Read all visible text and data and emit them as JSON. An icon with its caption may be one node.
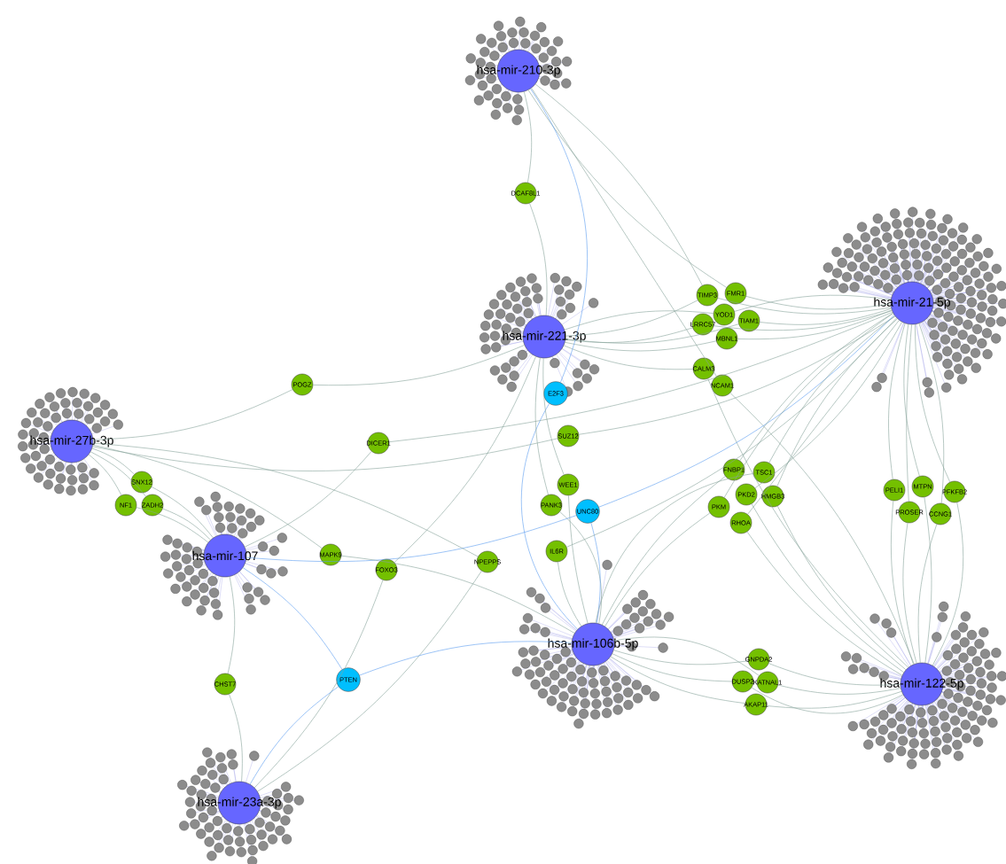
{
  "diagram": {
    "nodes": [
      {
        "text": [
          "hsa-mir-210-3p"
        ]
      },
      {
        "text": [
          "hsa-mir-221-3p"
        ]
      },
      {
        "text": [
          "hsa-mir-21-5p"
        ]
      },
      {
        "text": [
          "hsa-mir-27b-3p"
        ]
      },
      {
        "text": [
          "hsa-mir-107"
        ]
      },
      {
        "text": [
          "hsa-mir-106b-5p"
        ]
      },
      {
        "text": [
          "hsa-mir-122-5p"
        ]
      },
      {
        "text": [
          "hsa-mir-23a-3p"
        ]
      },
      {
        "text": [
          "DCAF8L1"
        ]
      },
      {
        "text": [
          "TIMP3"
        ]
      },
      {
        "text": [
          "FMR1"
        ]
      },
      {
        "text": [
          "YOD1"
        ]
      },
      {
        "text": [
          "TIAM1"
        ]
      },
      {
        "text": [
          "LRRC57"
        ]
      },
      {
        "text": [
          "MBNL1"
        ]
      },
      {
        "text": [
          "CALM3"
        ]
      },
      {
        "text": [
          "NCAM1"
        ]
      },
      {
        "text": [
          "POGZ"
        ]
      },
      {
        "text": [
          "E2F3"
        ]
      },
      {
        "text": [
          "DICER1"
        ]
      },
      {
        "text": [
          "SUZ12"
        ]
      },
      {
        "text": [
          "WEE1"
        ]
      },
      {
        "text": [
          "PANK3"
        ]
      },
      {
        "text": [
          "UNC80"
        ]
      },
      {
        "text": [
          "IL6R"
        ]
      },
      {
        "text": [
          "SNX12"
        ]
      },
      {
        "text": [
          "NF1"
        ]
      },
      {
        "text": [
          "ZADH2"
        ]
      },
      {
        "text": [
          "MAPK9"
        ]
      },
      {
        "text": [
          "FOXO3"
        ]
      },
      {
        "text": [
          "NPEPPS"
        ]
      },
      {
        "text": [
          "CHST7"
        ]
      },
      {
        "text": [
          "PTEN"
        ]
      },
      {
        "text": [
          "FNBP1"
        ]
      },
      {
        "text": [
          "TSC1"
        ]
      },
      {
        "text": [
          "PKD2"
        ]
      },
      {
        "text": [
          "HMGB3"
        ]
      },
      {
        "text": [
          "PKM"
        ]
      },
      {
        "text": [
          "RHOA"
        ]
      },
      {
        "text": [
          "PELI1"
        ]
      },
      {
        "text": [
          "MTPN"
        ]
      },
      {
        "text": [
          "PFKFB2"
        ]
      },
      {
        "text": [
          "PROSER"
        ]
      },
      {
        "text": [
          "CCNG1"
        ]
      },
      {
        "text": [
          "GNPDA2"
        ]
      },
      {
        "text": [
          "DUSP2"
        ]
      },
      {
        "text": [
          "KATNAL1"
        ]
      },
      {
        "text": [
          "AKAP11"
        ]
      }
    ],
    "edges": [
      {
        "from": 0,
        "to": 8,
        "arrow": "none"
      },
      {
        "from": 1,
        "to": 8,
        "arrow": "none"
      },
      {
        "from": 0,
        "to": 9,
        "arrow": "none"
      },
      {
        "from": 1,
        "to": 9,
        "arrow": "none"
      },
      {
        "from": 2,
        "to": 9,
        "arrow": "none"
      },
      {
        "from": 0,
        "to": 10,
        "arrow": "none"
      },
      {
        "from": 2,
        "to": 10,
        "arrow": "none"
      },
      {
        "from": 1,
        "to": 11,
        "arrow": "none"
      },
      {
        "from": 2,
        "to": 11,
        "arrow": "none"
      },
      {
        "from": 1,
        "to": 12,
        "arrow": "none"
      },
      {
        "from": 2,
        "to": 12,
        "arrow": "none"
      },
      {
        "from": 1,
        "to": 13,
        "arrow": "none"
      },
      {
        "from": 2,
        "to": 13,
        "arrow": "none"
      },
      {
        "from": 1,
        "to": 14,
        "arrow": "none"
      },
      {
        "from": 2,
        "to": 14,
        "arrow": "none"
      },
      {
        "from": 1,
        "to": 15,
        "arrow": "none"
      },
      {
        "from": 6,
        "to": 15,
        "arrow": "none"
      },
      {
        "from": 0,
        "to": 16,
        "arrow": "none"
      },
      {
        "from": 6,
        "to": 16,
        "arrow": "none"
      },
      {
        "from": 3,
        "to": 17,
        "arrow": "none"
      },
      {
        "from": 1,
        "to": 17,
        "arrow": "none"
      },
      {
        "from": 0,
        "to": 18,
        "arrow": "none",
        "color": "#5a9cf0"
      },
      {
        "from": 5,
        "to": 18,
        "arrow": "none",
        "color": "#5a9cf0"
      },
      {
        "from": 4,
        "to": 19,
        "arrow": "none"
      },
      {
        "from": 2,
        "to": 19,
        "arrow": "none"
      },
      {
        "from": 3,
        "to": 20,
        "arrow": "none"
      },
      {
        "from": 2,
        "to": 20,
        "arrow": "none"
      },
      {
        "from": 1,
        "to": 21,
        "arrow": "none"
      },
      {
        "from": 5,
        "to": 21,
        "arrow": "none"
      },
      {
        "from": 1,
        "to": 22,
        "arrow": "none"
      },
      {
        "from": 5,
        "to": 22,
        "arrow": "none"
      },
      {
        "from": 4,
        "to": 23,
        "arrow": "none",
        "color": "#5a9cf0"
      },
      {
        "from": 2,
        "to": 23,
        "arrow": "none",
        "color": "#5a9cf0"
      },
      {
        "from": 5,
        "to": 23,
        "arrow": "none",
        "color": "#5a9cf0"
      },
      {
        "from": 5,
        "to": 24,
        "arrow": "none"
      },
      {
        "from": 2,
        "to": 24,
        "arrow": "none"
      },
      {
        "from": 3,
        "to": 25,
        "arrow": "none"
      },
      {
        "from": 4,
        "to": 25,
        "arrow": "none"
      },
      {
        "from": 3,
        "to": 26,
        "arrow": "none"
      },
      {
        "from": 4,
        "to": 26,
        "arrow": "none"
      },
      {
        "from": 3,
        "to": 27,
        "arrow": "none"
      },
      {
        "from": 4,
        "to": 27,
        "arrow": "none"
      },
      {
        "from": 3,
        "to": 28,
        "arrow": "none"
      },
      {
        "from": 5,
        "to": 28,
        "arrow": "none"
      },
      {
        "from": 1,
        "to": 29,
        "arrow": "none"
      },
      {
        "from": 7,
        "to": 29,
        "arrow": "none"
      },
      {
        "from": 3,
        "to": 30,
        "arrow": "none"
      },
      {
        "from": 7,
        "to": 30,
        "arrow": "none"
      },
      {
        "from": 4,
        "to": 31,
        "arrow": "none"
      },
      {
        "from": 7,
        "to": 31,
        "arrow": "none"
      },
      {
        "from": 4,
        "to": 32,
        "arrow": "none",
        "color": "#5a9cf0"
      },
      {
        "from": 5,
        "to": 32,
        "arrow": "none",
        "color": "#5a9cf0"
      },
      {
        "from": 7,
        "to": 32,
        "arrow": "none",
        "color": "#5a9cf0"
      },
      {
        "from": 2,
        "to": 33,
        "arrow": "none"
      },
      {
        "from": 5,
        "to": 33,
        "arrow": "none"
      },
      {
        "from": 2,
        "to": 34,
        "arrow": "none"
      },
      {
        "from": 5,
        "to": 34,
        "arrow": "none"
      },
      {
        "from": 2,
        "to": 35,
        "arrow": "none"
      },
      {
        "from": 6,
        "to": 35,
        "arrow": "none"
      },
      {
        "from": 2,
        "to": 36,
        "arrow": "none"
      },
      {
        "from": 6,
        "to": 36,
        "arrow": "none"
      },
      {
        "from": 2,
        "to": 37,
        "arrow": "none"
      },
      {
        "from": 5,
        "to": 37,
        "arrow": "none"
      },
      {
        "from": 2,
        "to": 38,
        "arrow": "none"
      },
      {
        "from": 6,
        "to": 38,
        "arrow": "none"
      },
      {
        "from": 2,
        "to": 39,
        "arrow": "none"
      },
      {
        "from": 6,
        "to": 39,
        "arrow": "none"
      },
      {
        "from": 2,
        "to": 40,
        "arrow": "none"
      },
      {
        "from": 6,
        "to": 40,
        "arrow": "none"
      },
      {
        "from": 2,
        "to": 41,
        "arrow": "none"
      },
      {
        "from": 6,
        "to": 41,
        "arrow": "none"
      },
      {
        "from": 2,
        "to": 42,
        "arrow": "none"
      },
      {
        "from": 6,
        "to": 42,
        "arrow": "none"
      },
      {
        "from": 2,
        "to": 43,
        "arrow": "none"
      },
      {
        "from": 6,
        "to": 43,
        "arrow": "none"
      },
      {
        "from": 5,
        "to": 44,
        "arrow": "none"
      },
      {
        "from": 6,
        "to": 44,
        "arrow": "none"
      },
      {
        "from": 5,
        "to": 45,
        "arrow": "none"
      },
      {
        "from": 6,
        "to": 45,
        "arrow": "none"
      },
      {
        "from": 5,
        "to": 46,
        "arrow": "none"
      },
      {
        "from": 6,
        "to": 46,
        "arrow": "none"
      },
      {
        "from": 5,
        "to": 47,
        "arrow": "none"
      },
      {
        "from": 6,
        "to": 47,
        "arrow": "none"
      }
    ]
  }
}
